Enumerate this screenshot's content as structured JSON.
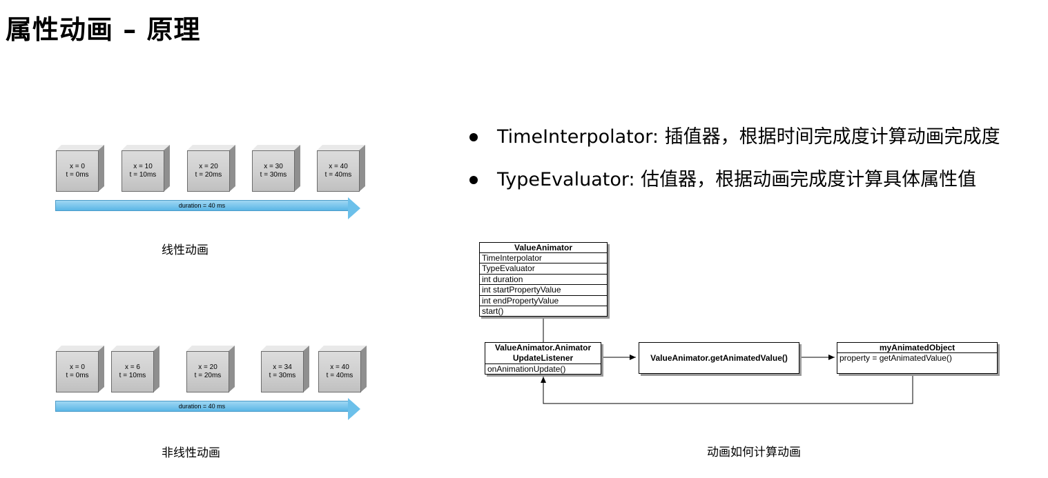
{
  "title": "属性动画 – 原理",
  "bullets": [
    "TimeInterpolator: 插值器，根据时间完成度计算动画完成度",
    "TypeEvaluator: 估值器，根据动画完成度计算具体属性值"
  ],
  "linear": {
    "boxes": [
      {
        "x": "x = 0",
        "t": "t = 0ms"
      },
      {
        "x": "x = 10",
        "t": "t = 10ms"
      },
      {
        "x": "x = 20",
        "t": "t = 20ms"
      },
      {
        "x": "x = 30",
        "t": "t = 30ms"
      },
      {
        "x": "x = 40",
        "t": "t = 40ms"
      }
    ],
    "duration": "duration = 40 ms",
    "caption": "线性动画"
  },
  "nonlinear": {
    "boxes": [
      {
        "x": "x = 0",
        "t": "t = 0ms"
      },
      {
        "x": "x = 6",
        "t": "t = 10ms"
      },
      {
        "x": "x = 20",
        "t": "t = 20ms"
      },
      {
        "x": "x = 34",
        "t": "t = 30ms"
      },
      {
        "x": "x = 40",
        "t": "t = 40ms"
      }
    ],
    "duration": "duration = 40 ms",
    "caption": "非线性动画"
  },
  "uml": {
    "value_animator": {
      "name": "ValueAnimator",
      "fields": [
        "TimeInterpolator",
        "TypeEvaluator",
        "int duration",
        "int startPropertyValue",
        "int endPropertyValue",
        "start()"
      ]
    },
    "listener": {
      "name_line1": "ValueAnimator.Animator",
      "name_line2": "UpdateListener",
      "method": "onAnimationUpdate()"
    },
    "get_value": "ValueAnimator.getAnimatedValue()",
    "animated_object": {
      "name": "myAnimatedObject",
      "field": "property = getAnimatedValue()"
    },
    "caption": "动画如何计算动画"
  }
}
